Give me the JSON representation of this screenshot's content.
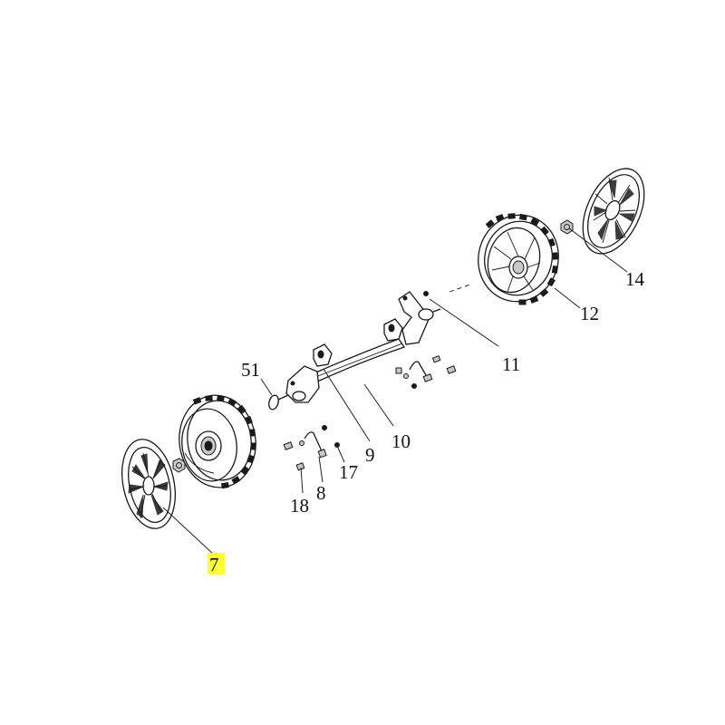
{
  "diagram": {
    "highlighted_part": "7",
    "labels": {
      "p7": "7",
      "p8": "8",
      "p9": "9",
      "p10": "10",
      "p11": "11",
      "p12": "12",
      "p14": "14",
      "p17": "17",
      "p18": "18",
      "p51": "51"
    }
  },
  "colors": {
    "highlight": "#ffff33",
    "ink": "#1a1a1a",
    "background": "#ffffff"
  }
}
